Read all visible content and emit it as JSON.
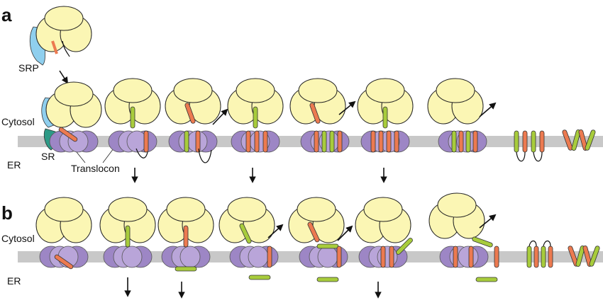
{
  "panels": [
    {
      "id": "a",
      "label": "a",
      "steps": 9
    },
    {
      "id": "b",
      "label": "b",
      "steps": 9
    }
  ],
  "labels": {
    "srp": "SRP",
    "cytosol": "Cytosol",
    "er": "ER",
    "sr": "SR",
    "translocon": "Translocon"
  },
  "colors": {
    "ribosome": "#fbf6b4",
    "translocon": "#ad96cf",
    "translocon_dark": "#8e76b7",
    "membrane": "#c8c8c8",
    "srp": "#8fcfee",
    "sr": "#2d9a86",
    "helix_orange": "#ec7a50",
    "helix_green": "#a8cc3c",
    "pore": "#1e78c3"
  }
}
